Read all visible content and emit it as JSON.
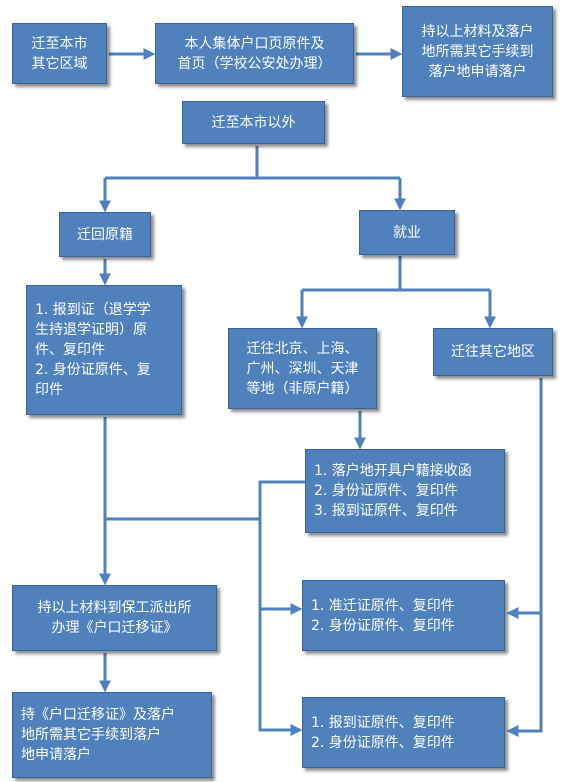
{
  "colors": {
    "box_fill": "#4f81bd",
    "box_border": "#3a6496",
    "connector": "#4f81bd",
    "text": "#ffffff"
  },
  "nodes": {
    "local_other": [
      "迁至本市",
      "其它区域"
    ],
    "collective_hukou": [
      "本人集体户口页原件及",
      "首页（学校公安处办理）"
    ],
    "local_submit": [
      "持以上材料及落户",
      "地所需其它手续到",
      "落户地申请落户"
    ],
    "outside_city": [
      "迁至本市以外"
    ],
    "return_origin": [
      "迁回原籍"
    ],
    "employment": [
      "就业"
    ],
    "return_docs": [
      "1. 报到证（退学学",
      "生持退学证明）原",
      "件、复印件",
      "2. 身份证原件、复",
      "印件"
    ],
    "major_cities": [
      "迁往北京、上海、",
      "广州、深圳、天津",
      "等地（非原户籍）"
    ],
    "other_regions": [
      "迁往其它地区"
    ],
    "city_docs": [
      "1. 落户地开具户籍接收函",
      "2. 身份证原件、复印件",
      "3. 报到证原件、复印件"
    ],
    "police_station": [
      "持以上材料到保工派出所",
      "办理《户口迁移证》"
    ],
    "permit_docs": [
      "1.  准迁证原件、复印件",
      "2. 身份证原件、复印件"
    ],
    "final_submit": [
      "持《户口迁移证》及落户",
      "地所需其它手续到落户",
      "地申请落户"
    ],
    "report_docs": [
      "1.  报到证原件、复印件",
      "2. 身份证原件、复印件"
    ]
  }
}
